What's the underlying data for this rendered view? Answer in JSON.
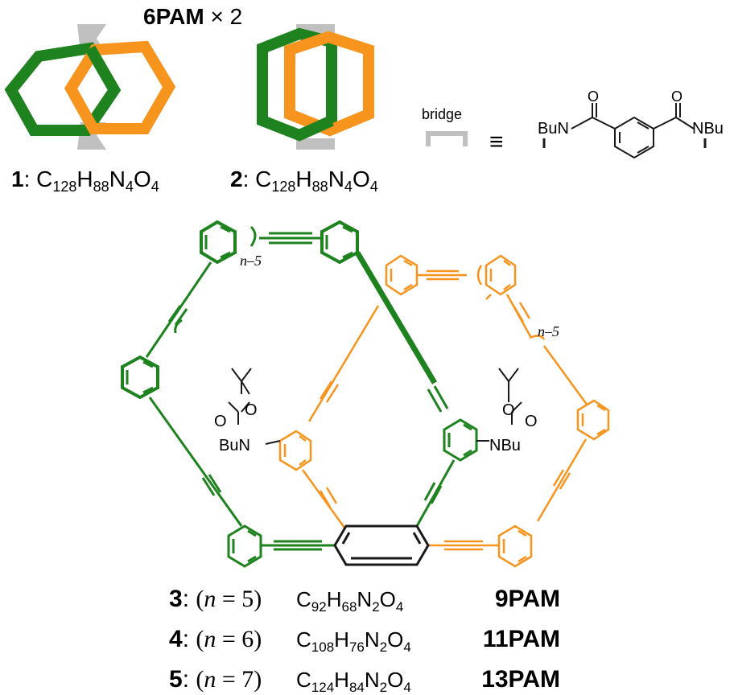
{
  "header": {
    "title_bold": "6PAM",
    "title_rest": " × 2"
  },
  "top_compounds": [
    {
      "id": "1",
      "formula": {
        "C": "C",
        "c": "128",
        "H": "H",
        "h": "88",
        "N": "N",
        "n": "4",
        "O": "O",
        "o": "4"
      }
    },
    {
      "id": "2",
      "formula": {
        "C": "C",
        "c": "128",
        "H": "H",
        "h": "88",
        "N": "N",
        "n": "4",
        "O": "O",
        "o": "4"
      }
    }
  ],
  "bridge": {
    "label": "bridge",
    "equiv": "≡",
    "left_group": "BuN",
    "right_group": "NBu",
    "oxygen": "O"
  },
  "macrocycle": {
    "repeat_label": "n–5",
    "left_amine": "BuN",
    "right_amine": "NBu",
    "oxygen": "O"
  },
  "compounds": [
    {
      "id": "3",
      "n_text": "(n = 5)",
      "n_pre": "(",
      "n_var": "n",
      "n_post": " = 5)",
      "C": "C",
      "c": "92",
      "H": "H",
      "h": "68",
      "N": "N",
      "n": "2",
      "O": "O",
      "o": "4",
      "name": "9PAM"
    },
    {
      "id": "4",
      "n_text": "(n = 6)",
      "n_pre": "(",
      "n_var": "n",
      "n_post": " = 6)",
      "C": "C",
      "c": "108",
      "H": "H",
      "h": "76",
      "N": "N",
      "n": "2",
      "O": "O",
      "o": "4",
      "name": "11PAM"
    },
    {
      "id": "5",
      "n_text": "(n = 7)",
      "n_pre": "(",
      "n_var": "n",
      "n_post": " = 7)",
      "C": "C",
      "c": "124",
      "H": "H",
      "h": "84",
      "N": "N",
      "n": "2",
      "O": "O",
      "o": "4",
      "name": "13PAM"
    }
  ],
  "colors": {
    "green": "#1e821e",
    "orange": "#f7941d",
    "gray": "#c0c0c0",
    "black": "#1a1a1a"
  }
}
